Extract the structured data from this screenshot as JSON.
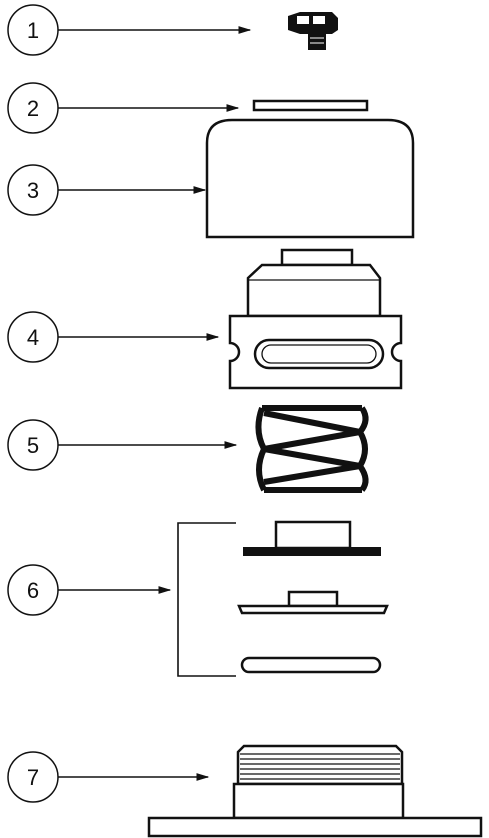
{
  "callouts": [
    {
      "label": "1"
    },
    {
      "label": "2"
    },
    {
      "label": "3"
    },
    {
      "label": "4"
    },
    {
      "label": "5"
    },
    {
      "label": "6"
    },
    {
      "label": "7"
    }
  ],
  "colors": {
    "ink": "#111111",
    "background": "#ffffff"
  }
}
